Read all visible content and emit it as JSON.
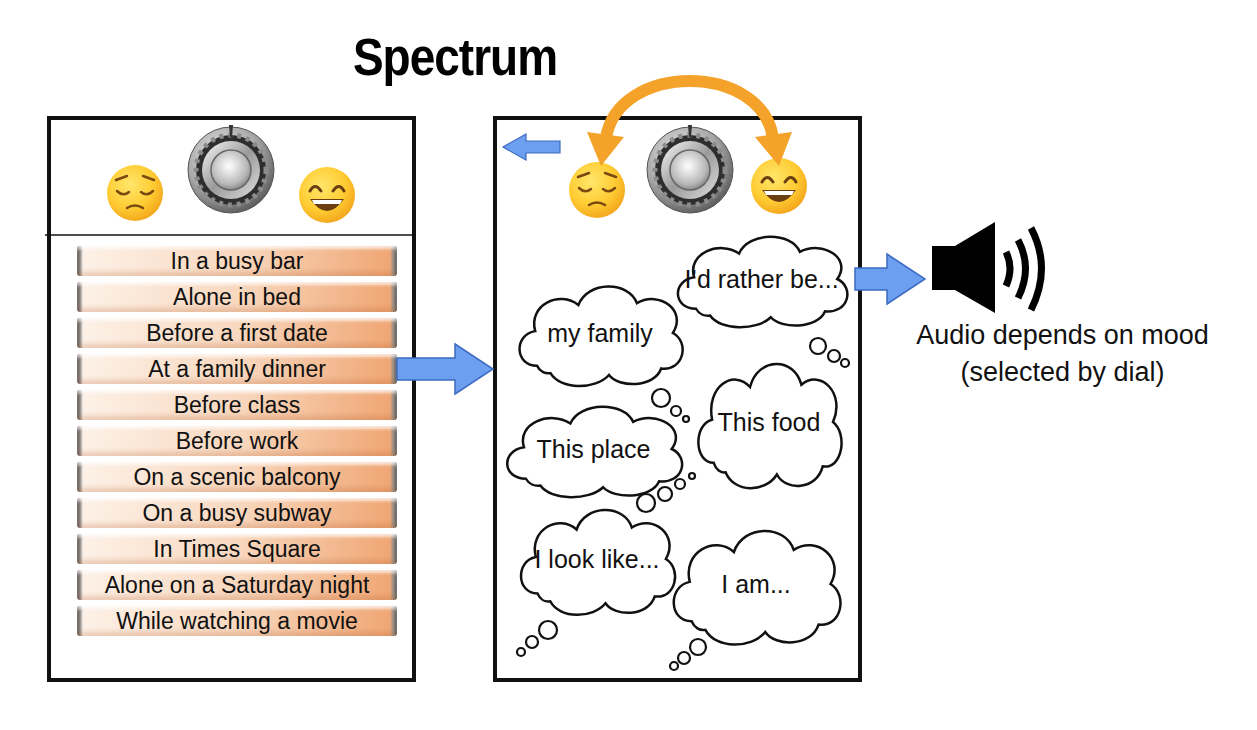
{
  "diagram": {
    "title": "Spectrum",
    "nodes": [
      {
        "text": []
      },
      {
        "text": [
          "In a busy bar"
        ],
        "in": 0
      },
      {
        "text": [
          "Alone in bed"
        ],
        "in": 0
      },
      {
        "text": [
          "Before a first date"
        ],
        "in": 0
      },
      {
        "text": [
          "At a family dinner"
        ],
        "in": 0
      },
      {
        "text": [
          "Before class"
        ],
        "in": 0
      },
      {
        "text": [
          "Before work"
        ],
        "in": 0
      },
      {
        "text": [
          "On a scenic balcony"
        ],
        "in": 0
      },
      {
        "text": [
          "On a busy subway"
        ],
        "in": 0
      },
      {
        "text": [
          "In Times Square"
        ],
        "in": 0
      },
      {
        "text": [
          "Alone on a Saturday night"
        ],
        "in": 0
      },
      {
        "text": [
          "While watching a movie"
        ],
        "in": 0
      },
      {
        "text": []
      },
      {
        "text": [
          "I’d rather be..."
        ],
        "in": 12
      },
      {
        "text": [
          "my family"
        ],
        "in": 12
      },
      {
        "text": [
          "This food"
        ],
        "in": 12
      },
      {
        "text": [
          "This place"
        ],
        "in": 12
      },
      {
        "text": [
          "I look like..."
        ],
        "in": 12
      },
      {
        "text": [
          "I am..."
        ],
        "in": 12
      },
      {
        "text": [
          "Audio depends on mood (selected by dial)"
        ]
      }
    ],
    "edges": [
      {
        "from": 4,
        "to": 12,
        "arrow": "to"
      },
      {
        "from": 13,
        "to": 19,
        "arrow": "to"
      }
    ]
  }
}
